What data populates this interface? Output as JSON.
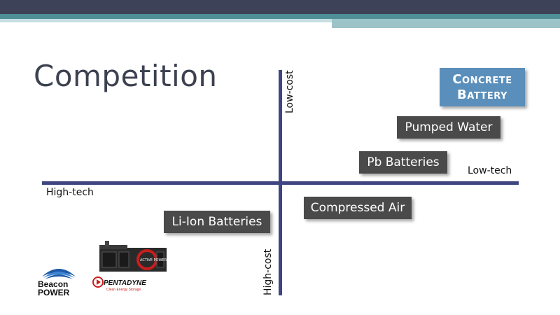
{
  "slide": {
    "title": "Competition"
  },
  "axes": {
    "top": "Low-cost",
    "bottom": "High-cost",
    "left": "High-tech",
    "right": "Low-tech"
  },
  "items": {
    "concrete_line1": "Concrete",
    "concrete_line2": "Battery",
    "pumped_water": "Pumped Water",
    "pb_batteries": "Pb Batteries",
    "compressed_air": "Compressed Air",
    "li_ion": "Li-Ion Batteries"
  },
  "logos": {
    "beacon_line1": "Beacon",
    "beacon_line2": "POWER",
    "pentadyne": "PENTADYNE",
    "pentadyne_tagline": "Clean Energy Storage",
    "generator_text": "ACTIVE POWER"
  },
  "colors": {
    "header_dark": "#3e4259",
    "header_teal": "#4f8f97",
    "axis": "#3f4580",
    "box_gray": "#4a4a4a",
    "box_blue": "#5a8fbb"
  }
}
